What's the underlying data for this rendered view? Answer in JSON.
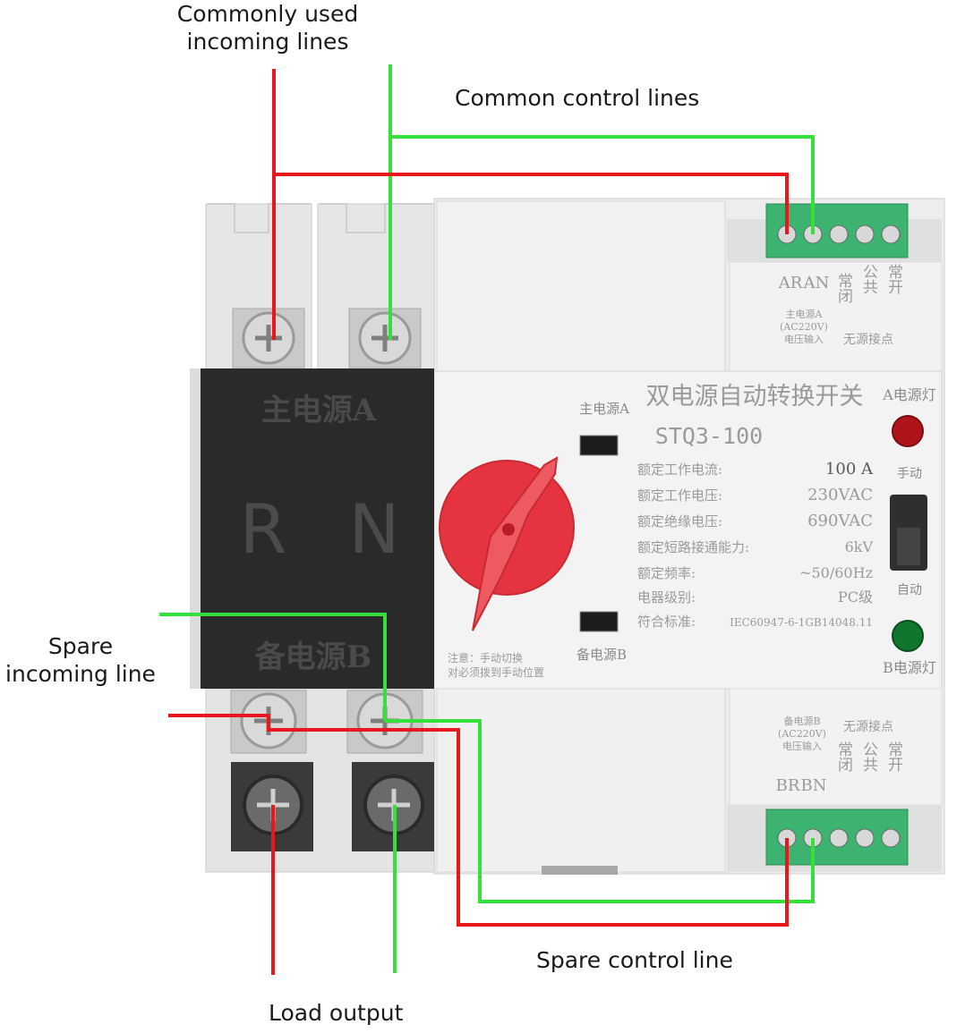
{
  "annotations": {
    "common_incoming": [
      "Commonly used",
      "incoming lines"
    ],
    "common_control": "Common control lines",
    "spare_incoming": [
      "Spare",
      "incoming line"
    ],
    "spare_control": "Spare control line",
    "load_output": "Load output"
  },
  "device": {
    "black_panel": {
      "top_label": "主电源A",
      "phase_r": "R",
      "phase_n": "N",
      "bottom_label": "备电源B"
    },
    "panel": {
      "title": "双电源自动转换开关",
      "model": "STQ3-100",
      "main_source_label": "主电源A",
      "backup_source_label": "备电源B",
      "a_lamp": "A电源灯",
      "b_lamp": "B电源灯",
      "manual": "手动",
      "auto": "自动",
      "note_line1": "注意：手动切换",
      "note_line2": "对必须拨到手动位置",
      "specs": [
        {
          "label": "额定工作电流:",
          "value": "100 A"
        },
        {
          "label": "额定工作电压:",
          "value": "230VAC"
        },
        {
          "label": "额定绝缘电压:",
          "value": "690VAC"
        },
        {
          "label": "额定短路接通能力:",
          "value": "6kV"
        },
        {
          "label": "额定频率:",
          "value": "~50/60Hz"
        },
        {
          "label": "电器级别:",
          "value": "PC级"
        },
        {
          "label": "符合标准:",
          "value": "IEC60947-6-1GB14048.11"
        }
      ]
    },
    "top_terminal": {
      "col_labels": [
        "AR",
        "AN",
        "常闭",
        "公共",
        "常开"
      ],
      "source_label_1": "主电源A",
      "source_label_2": "(AC220V)",
      "source_label_3": "电压输入",
      "group_label": "无源接点"
    },
    "bottom_terminal": {
      "col_labels": [
        "BR",
        "BN",
        "常闭",
        "公共",
        "常开"
      ],
      "source_label_1": "备电源B",
      "source_label_2": "(AC220V)",
      "source_label_3": "电压输入",
      "group_label": "无源接点"
    }
  },
  "colors": {
    "live_wire": "#e8161d",
    "neutral_wire": "#35e03a",
    "body": "#eaeaea",
    "black_panel": "#2a2a2a",
    "knob": "#e5343f",
    "terminal": "#3cb371",
    "lamp_red": "#b0141b",
    "lamp_green": "#10752d"
  }
}
